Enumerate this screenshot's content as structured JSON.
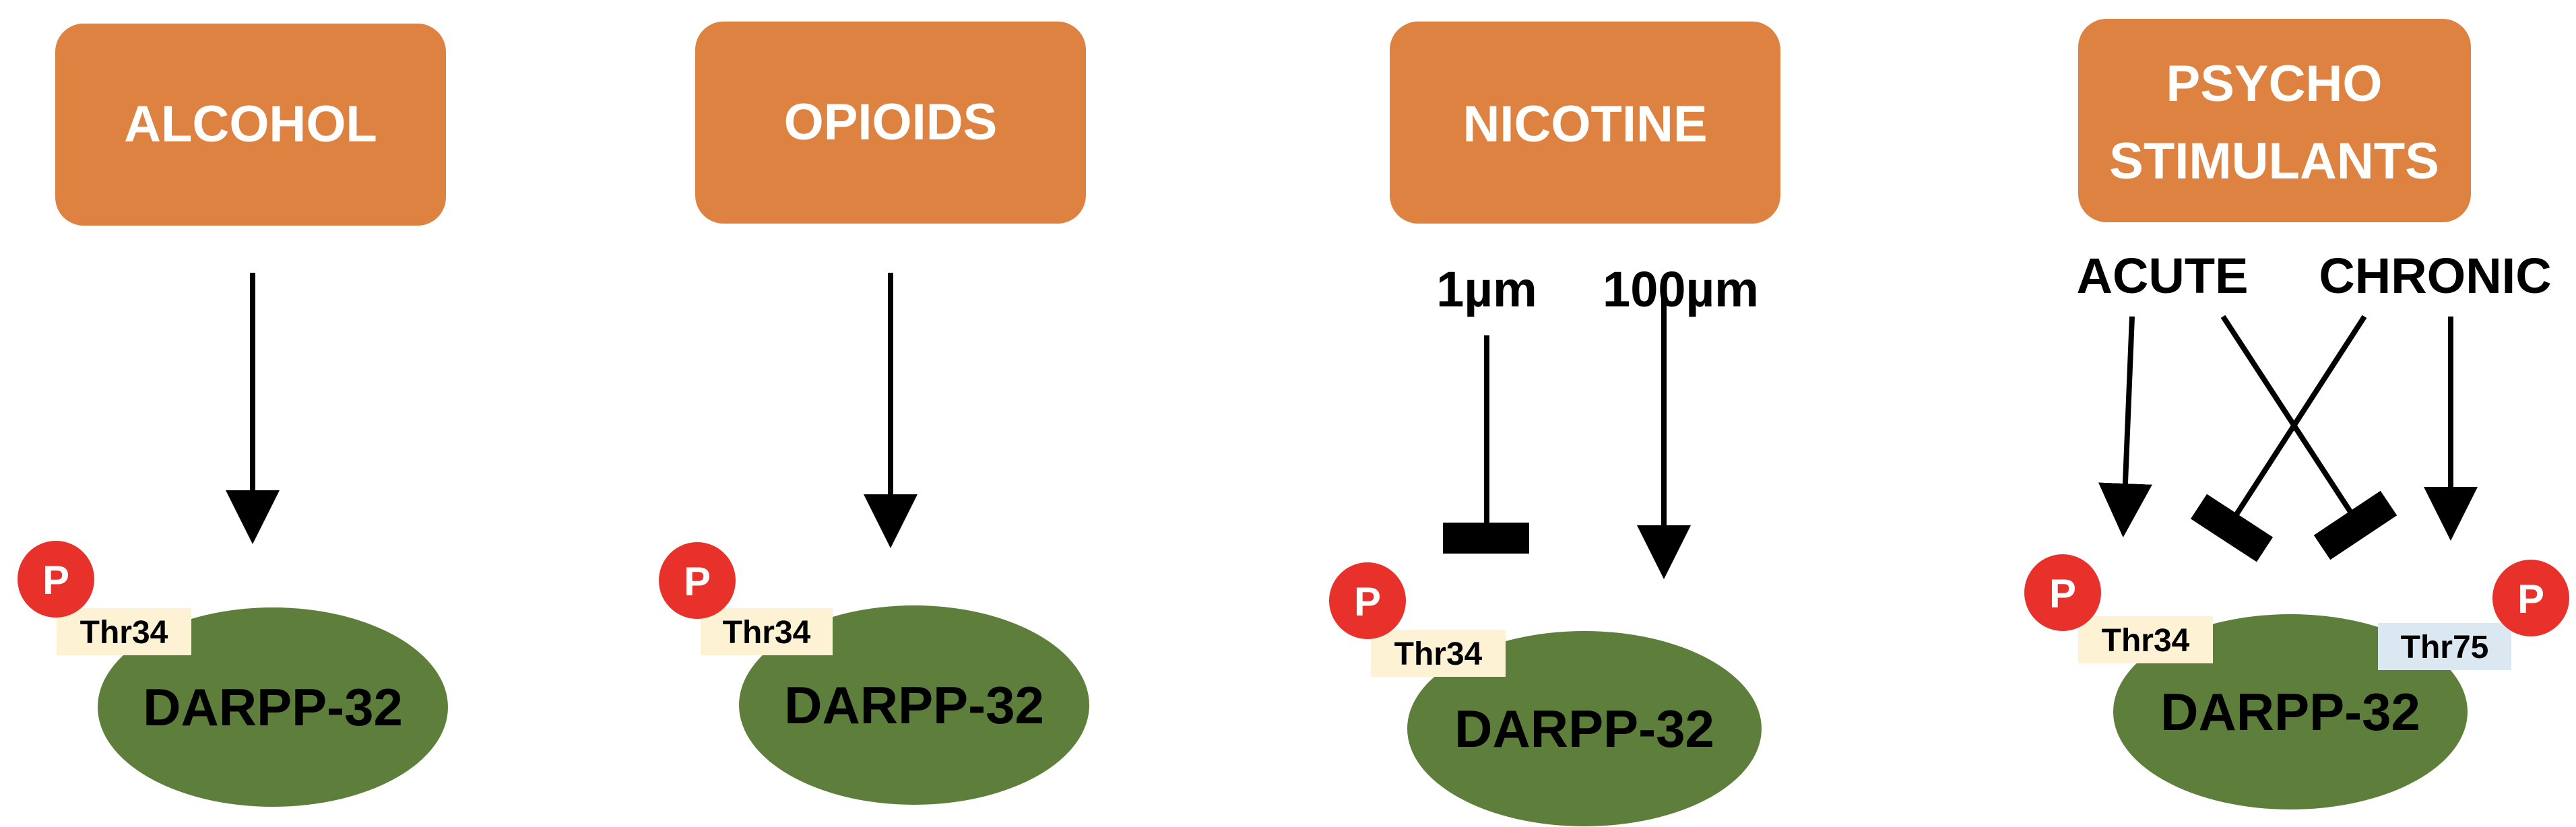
{
  "colors": {
    "drug_box": "#de8242",
    "protein": "#5d7f3b",
    "phospho": "#e8312b",
    "thr34_tag": "#fdf3d4",
    "thr75_tag": "#dbe7f1",
    "line": "#000000"
  },
  "panels": [
    {
      "drug": {
        "lines": [
          "ALCOHOL"
        ]
      },
      "conditions": [],
      "sites": [
        {
          "label": "Thr34",
          "phospho": "P"
        }
      ],
      "protein": "DARPP-32"
    },
    {
      "drug": {
        "lines": [
          "OPIOIDS"
        ]
      },
      "conditions": [],
      "sites": [
        {
          "label": "Thr34",
          "phospho": "P"
        }
      ],
      "protein": "DARPP-32"
    },
    {
      "drug": {
        "lines": [
          "NICOTINE"
        ]
      },
      "conditions": [
        "1µm",
        "100µm"
      ],
      "sites": [
        {
          "label": "Thr34",
          "phospho": "P"
        }
      ],
      "protein": "DARPP-32"
    },
    {
      "drug": {
        "lines": [
          "PSYCHO",
          "STIMULANTS"
        ]
      },
      "conditions": [
        "ACUTE",
        "CHRONIC"
      ],
      "sites": [
        {
          "label": "Thr34",
          "phospho": "P"
        },
        {
          "label": "Thr75",
          "phospho": "P"
        }
      ],
      "protein": "DARPP-32"
    }
  ]
}
